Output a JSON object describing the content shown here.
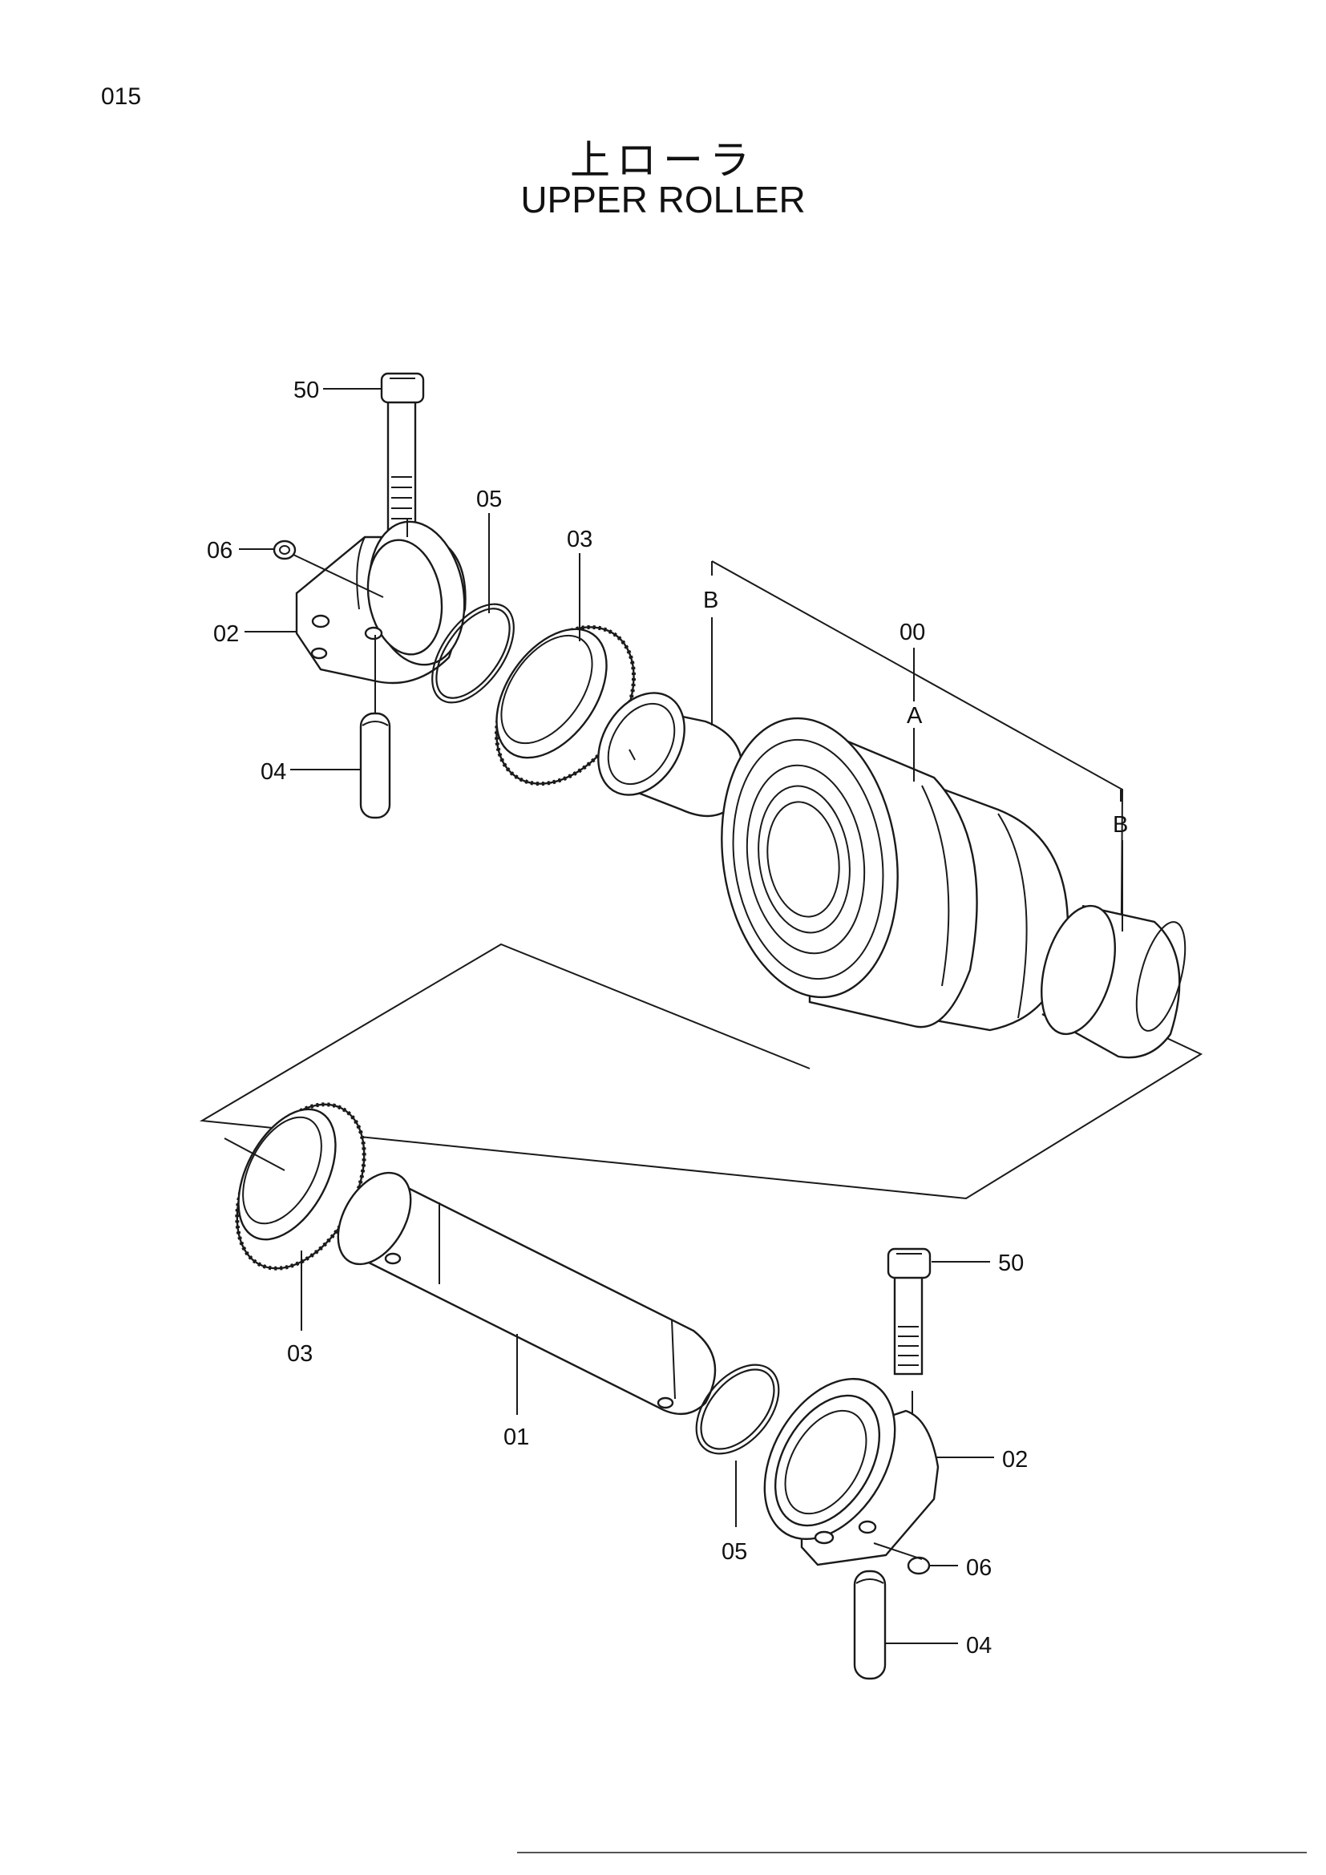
{
  "page_number": "015",
  "title": {
    "jp": "上ローラ",
    "en": "UPPER ROLLER"
  },
  "callouts": {
    "upper_bolt": "50",
    "upper_plug": "06",
    "upper_bracket": "02",
    "upper_pin": "04",
    "upper_oring": "05",
    "upper_seal": "03",
    "ref_b_left": "B",
    "assembly": "00",
    "ref_a": "A",
    "ref_b_right": "B",
    "lower_seal": "03",
    "shaft": "01",
    "lower_oring": "05",
    "lower_bolt": "50",
    "lower_bracket": "02",
    "lower_plug": "06",
    "lower_pin": "04"
  }
}
